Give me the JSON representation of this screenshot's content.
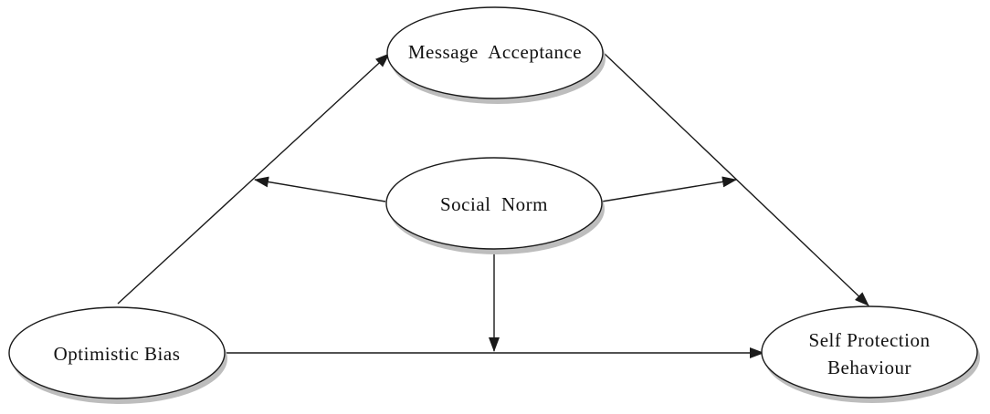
{
  "nodes": {
    "message_acceptance": {
      "label": "Message  Acceptance"
    },
    "social_norm": {
      "label": "Social  Norm"
    },
    "optimistic_bias": {
      "label": "Optimistic Bias"
    },
    "self_protection": {
      "label_line1": "Self Protection",
      "label_line2": "Behaviour"
    }
  },
  "colors": {
    "stroke": "#1a1a1a",
    "fill": "#ffffff",
    "shadow": "#bdbdbd"
  }
}
